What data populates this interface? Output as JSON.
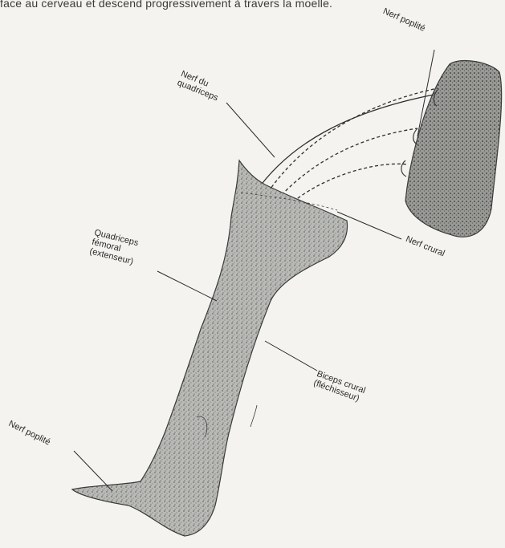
{
  "caption": "face au cerveau et descend progressivement à travers la moelle.",
  "labels": {
    "nerf_poplite_top": "Nerf poplité",
    "nerf_du_quadriceps_line1": "Nerf du",
    "nerf_du_quadriceps_line2": "quadriceps",
    "quadriceps_line1": "Quadriceps",
    "quadriceps_line2": "fémoral",
    "quadriceps_line3": "(extenseur)",
    "nerf_crural": "Nerf crural",
    "biceps_line1": "Biceps crural",
    "biceps_line2": "(fléchisseur)",
    "nerf_poplite_bottom": "Nerf poplité"
  },
  "colors": {
    "ink": "#2b2b2b",
    "paper": "#f4f3ef",
    "shade": "#8e8e8e"
  }
}
